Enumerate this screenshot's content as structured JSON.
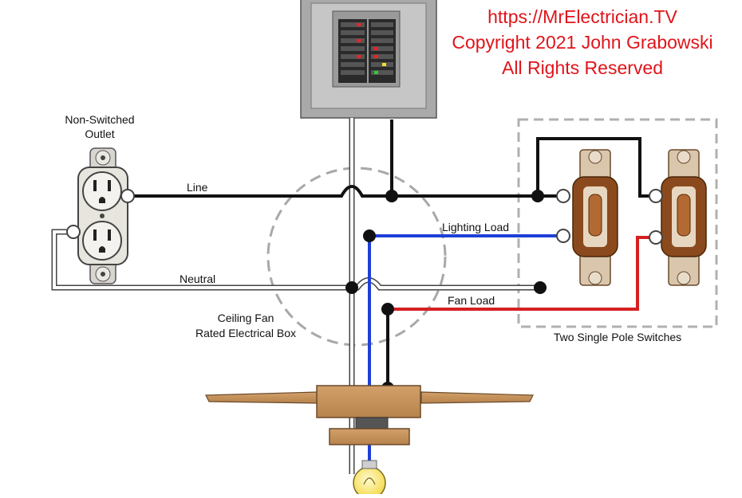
{
  "copyright": {
    "url": "https://MrElectrician.TV",
    "line2": "Copyright 2021 John Grabowski",
    "line3": "All Rights Reserved",
    "color": "#e0141a"
  },
  "labels": {
    "outlet_line1": "Non-Switched",
    "outlet_line2": "Outlet",
    "line": "Line",
    "neutral": "Neutral",
    "lighting_load": "Lighting Load",
    "fan_load": "Fan Load",
    "box_line1": "Ceiling Fan",
    "box_line2": "Rated Electrical Box",
    "switches": "Two Single Pole Switches"
  },
  "wire_colors": {
    "hot": "#111111",
    "neutral": "#ffffff",
    "lighting": "#1f3fd6",
    "fan": "#d42020"
  }
}
